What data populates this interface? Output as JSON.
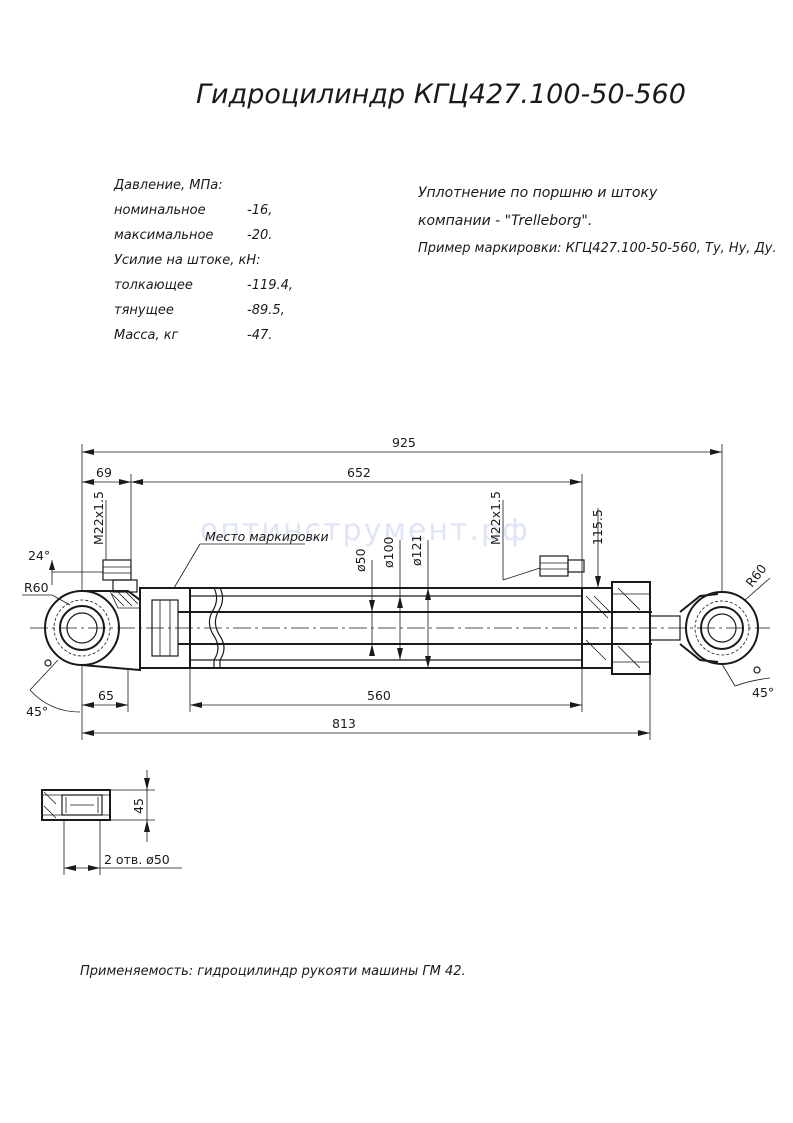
{
  "title": "Гидроцилиндр КГЦ427.100-50-560",
  "watermark": "оптинструмент.рф",
  "specs": [
    {
      "label": "Давление, МПа:",
      "value": ""
    },
    {
      "label": "номинальное",
      "value": "-16,"
    },
    {
      "label": "максимальное",
      "value": "-20."
    },
    {
      "label": "Усилие на штоке, кН:",
      "value": ""
    },
    {
      "label": "толкающее",
      "value": "-119.4,"
    },
    {
      "label": "тянущее",
      "value": "-89.5,"
    },
    {
      "label": "Масса, кг",
      "value": "-47."
    }
  ],
  "seal_note": {
    "line1": "Уплотнение по поршню и штоку",
    "line2": "компании - \"Trelleborg\".",
    "line3": "Пример маркировки: КГЦ427.100-50-560, Ту, Ну, Ду."
  },
  "dimensions": {
    "total": "925",
    "stroke_section": "652",
    "end_offset": "69",
    "port_thread_left": "M22x1.5",
    "port_thread_right": "M22x1.5",
    "marking_location": "Место маркировки",
    "rod_dia": "ø50",
    "bore_dia": "ø100",
    "tube_dia": "ø121",
    "port_height": "115.5",
    "angle_left": "24°",
    "radius_left": "R60",
    "radius_right": "R60",
    "angle_bottom_left": "45°",
    "angle_bottom_right": "45°",
    "end_width": "65",
    "stroke": "560",
    "closed_length": "813",
    "eye_width": "45",
    "holes": "2 отв. ø50"
  },
  "applicability": "Применяемость: гидроцилиндр рукояти машины ГМ 42."
}
